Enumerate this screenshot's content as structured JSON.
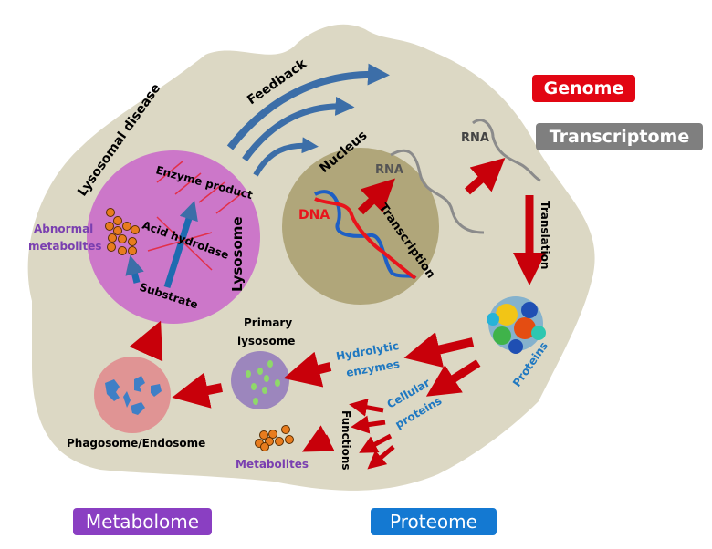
{
  "badges": {
    "genome": "Genome",
    "transcriptome": "Transcriptome",
    "metabolome": "Metabolome",
    "proteome": "Proteome"
  },
  "labels": {
    "feedback": "Feedback",
    "lysosomal_disease": "Lysosomal disease",
    "abnormal_metabolites_line1": "Abnormal",
    "abnormal_metabolites_line2": "metabolites",
    "enzyme_product": "Enzyme product",
    "acid_hydrolase": "Acid hydrolase",
    "substrate": "Substrate",
    "lysosome": "Lysosome",
    "nucleus": "Nucleus",
    "dna": "DNA",
    "rna_inner": "RNA",
    "rna_outer": "RNA",
    "transcription": "Transcription",
    "translation": "Translation",
    "proteins": "Proteins",
    "hydrolytic_enzymes_line1": "Hydrolytic",
    "hydrolytic_enzymes_line2": "enzymes",
    "cellular_proteins_line1": "Cellular",
    "cellular_proteins_line2": "proteins",
    "functions": "Functions",
    "metabolites": "Metabolites",
    "primary_lysosome_line1": "Primary",
    "primary_lysosome_line2": "lysosome",
    "phagosome_endosome": "Phagosome/Endosome"
  },
  "colors": {
    "cell": "#dcd8c4",
    "nucleus": "#b0a67a",
    "lysosome": "#cc77c9",
    "primary_lysosome": "#9c86bd",
    "phagosome": "#e09494",
    "red_arrow": "#c8000a",
    "blue_arrow": "#3c6ea8",
    "label_blue": "#1f78c1",
    "label_purple": "#7a3fb0",
    "dna_red": "#e8141c"
  }
}
